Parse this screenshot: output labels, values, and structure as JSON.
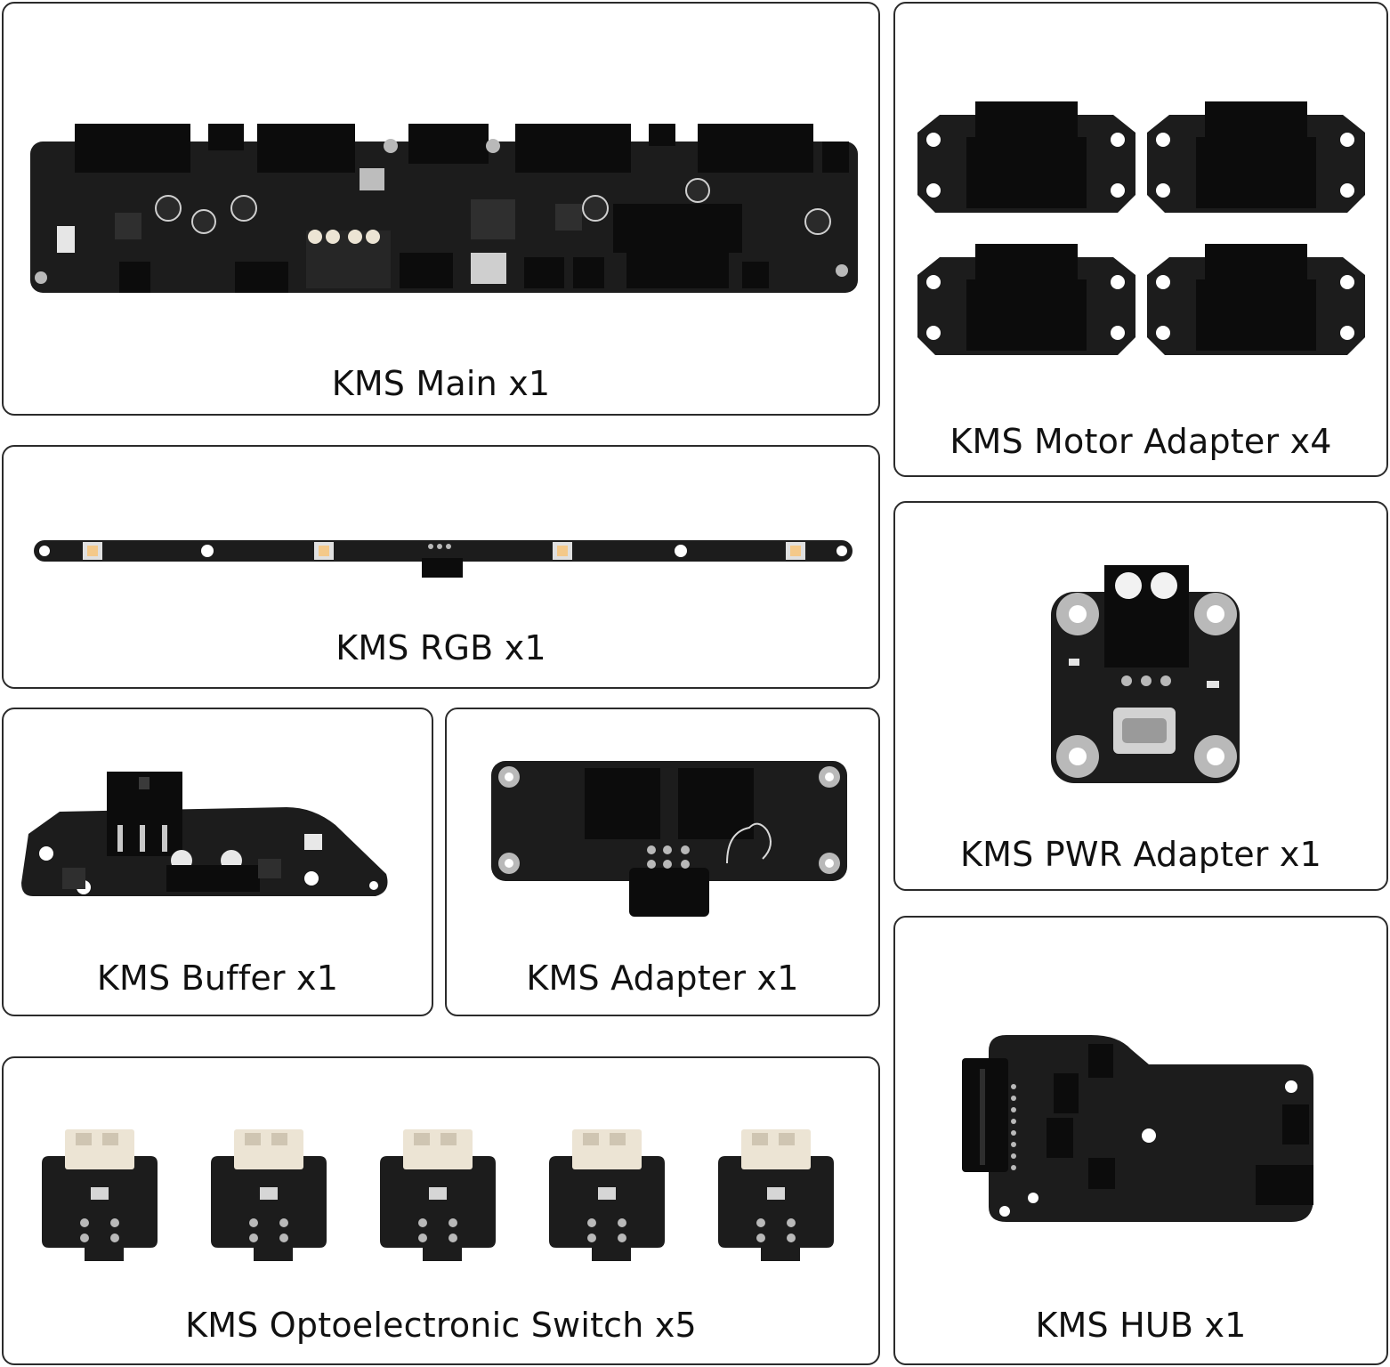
{
  "colors": {
    "board": "#1c1c1c",
    "panel_border": "#2b2b2b",
    "background": "#ffffff"
  },
  "panels": {
    "main": {
      "label": "KMS Main x1",
      "icon": "kms-main-board-image"
    },
    "motor": {
      "label": "KMS Motor Adapter x4",
      "icon": "kms-motor-adapter-image",
      "quantity": 4
    },
    "rgb": {
      "label": "KMS RGB x1",
      "icon": "kms-rgb-strip-image"
    },
    "pwr": {
      "label": "KMS PWR Adapter x1",
      "icon": "kms-pwr-adapter-image"
    },
    "buffer": {
      "label": "KMS Buffer x1",
      "icon": "kms-buffer-board-image"
    },
    "adapter": {
      "label": "KMS Adapter x1",
      "icon": "kms-adapter-board-image"
    },
    "opto": {
      "label": "KMS Optoelectronic Switch x5",
      "icon": "kms-opto-switch-image",
      "quantity": 5
    },
    "hub": {
      "label": "KMS HUB x1",
      "icon": "kms-hub-board-image"
    }
  }
}
